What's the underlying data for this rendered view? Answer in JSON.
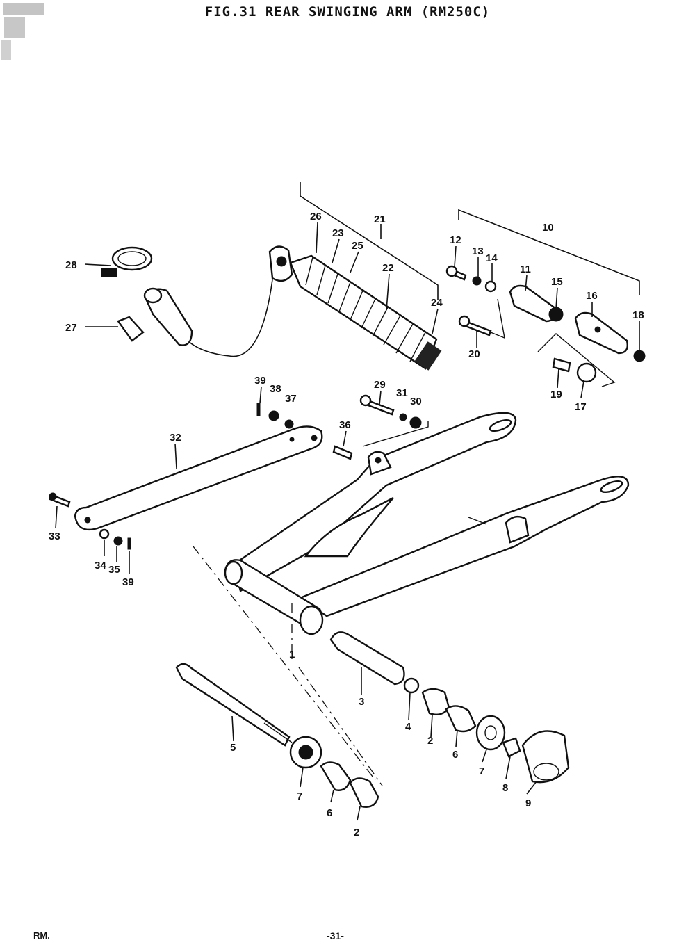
{
  "title": "FIG.31  REAR SWINGING ARM (RM250C)",
  "footer": {
    "model": "RM.",
    "page": "-31-"
  },
  "labels": {
    "l1": "1",
    "l2a": "2",
    "l2b": "2",
    "l3": "3",
    "l4": "4",
    "l5": "5",
    "l6a": "6",
    "l6b": "6",
    "l7a": "7",
    "l7b": "7",
    "l8": "8",
    "l9": "9",
    "l10": "10",
    "l11": "11",
    "l12": "12",
    "l13": "13",
    "l14": "14",
    "l15": "15",
    "l16": "16",
    "l17": "17",
    "l18": "18",
    "l19": "19",
    "l20": "20",
    "l21": "21",
    "l22": "22",
    "l23": "23",
    "l24": "24",
    "l25": "25",
    "l26": "26",
    "l27": "27",
    "l28": "28",
    "l29": "29",
    "l30": "30",
    "l31": "31",
    "l32": "32",
    "l33": "33",
    "l34": "34",
    "l35": "35",
    "l36": "36",
    "l37": "37",
    "l38": "38",
    "l39a": "39",
    "l39b": "39"
  }
}
